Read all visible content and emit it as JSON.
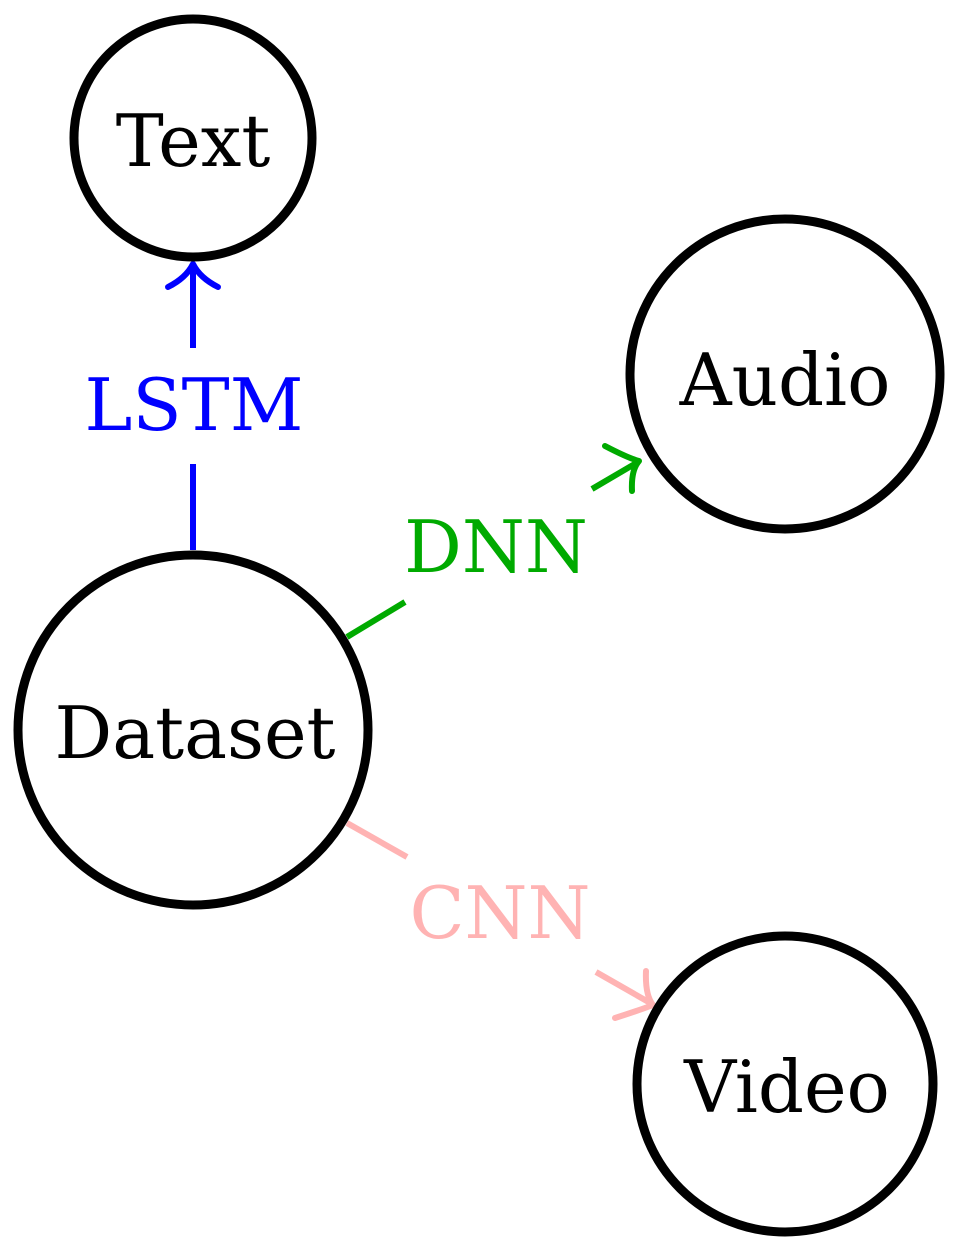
{
  "nodes": {
    "text": {
      "label": "Text"
    },
    "audio": {
      "label": "Audio"
    },
    "dataset": {
      "label": "Dataset"
    },
    "video": {
      "label": "Video"
    }
  },
  "edges": {
    "lstm": {
      "label": "LSTM",
      "color": "#0000ff",
      "from": "Dataset",
      "to": "Text"
    },
    "dnn": {
      "label": "DNN",
      "color": "#00aa00",
      "from": "Dataset",
      "to": "Audio"
    },
    "cnn": {
      "label": "CNN",
      "color": "#ffb3b3",
      "from": "Dataset",
      "to": "Video"
    }
  }
}
